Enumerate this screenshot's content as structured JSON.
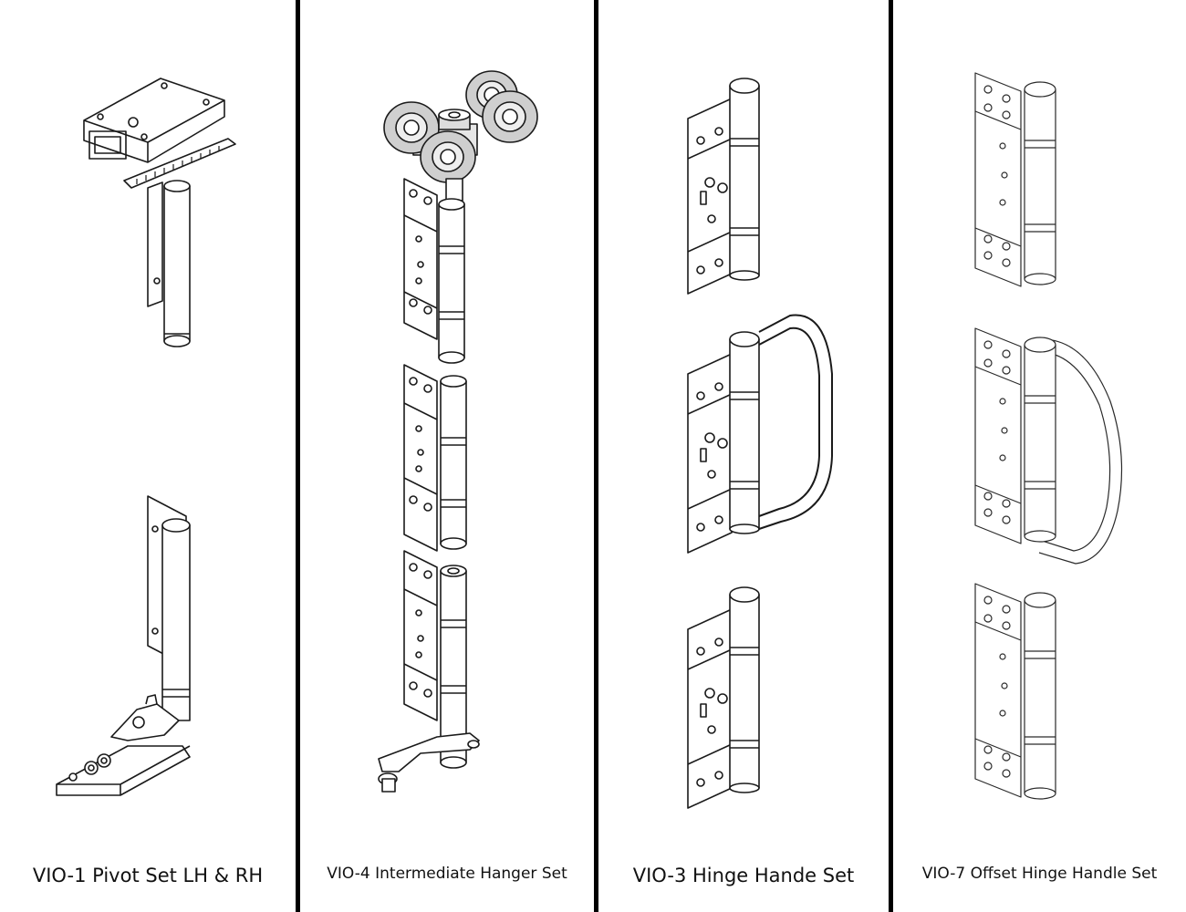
{
  "panels": [
    {
      "caption": "VIO-1 Pivot Set LH & RH"
    },
    {
      "caption": "VIO-4 Intermediate Hanger Set"
    },
    {
      "caption": "VIO-3 Hinge Hande Set"
    },
    {
      "caption": "VIO-7 Offset Hinge Handle Set"
    }
  ],
  "colors": {
    "divider": "#000000",
    "line": "#1a1a1a",
    "background": "#ffffff"
  }
}
